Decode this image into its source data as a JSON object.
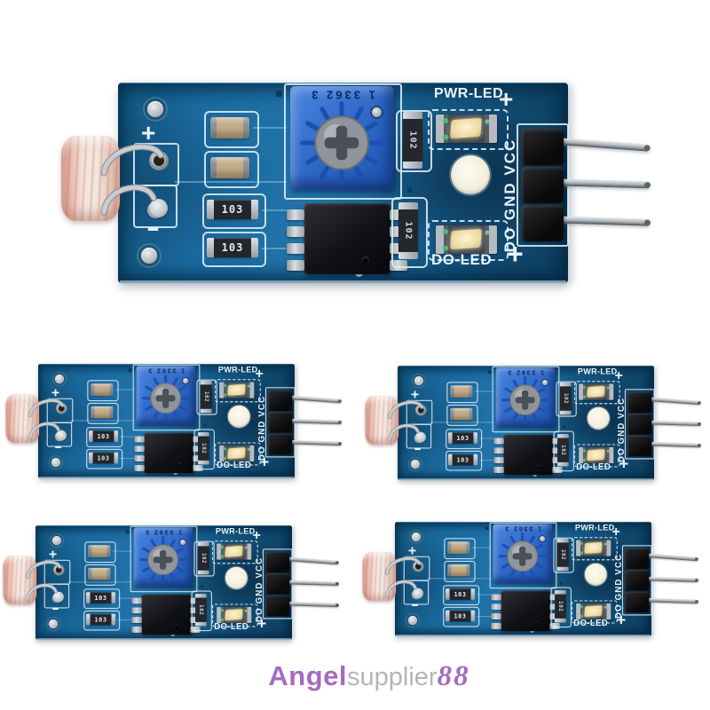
{
  "watermark": {
    "brand_bold": "Angel",
    "brand_light": "supplier",
    "brand_number": "88"
  },
  "module": {
    "silkscreen": {
      "pwr_led_label": "PWR-LED",
      "pwr_plus": "+",
      "do_led_label": "DO-LED",
      "do_plus": "+",
      "pin_labels": "DO GND VCC",
      "ldr_plus": "+",
      "ldr_minus": "-"
    },
    "markings": {
      "potentiometer": "1 3362 3",
      "resistor_103": "103",
      "resistor_102": "102"
    }
  },
  "colors": {
    "page_bg": "#ffffff",
    "pcb_blue": "#15639b",
    "pcb_dark_blue": "#0a4166",
    "silkscreen": "#e9f4fa",
    "pot_blue": "#2f6cc9",
    "metal": "#c3c8cc",
    "ic_black": "#131519",
    "ldr_pink": "#e5b4a6",
    "watermark_purple": "#a46cbe",
    "watermark_gray": "#b3b6b9"
  }
}
